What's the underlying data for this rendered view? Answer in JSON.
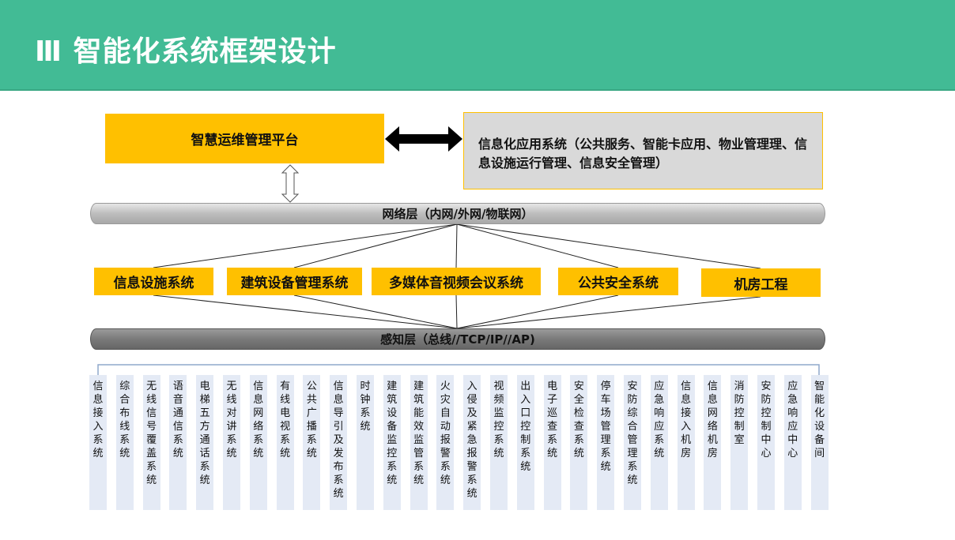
{
  "header": {
    "title": "Ⅲ  智能化系统框架设计"
  },
  "top": {
    "platform": "智慧运维管理平台",
    "apps": "信息化应用系统（公共服务、智能卡应用、物业管理理、信息设施运行管理、信息安全管理）"
  },
  "network_layer": "网络层（内网/外网/物联网）",
  "perception_layer": "感知层（总线//TCP/IP//AP)",
  "subsystems": [
    "信息设施系统",
    "建筑设备管理系统",
    "多媒体音视频会议系统",
    "公共安全系统",
    "机房工程"
  ],
  "items": [
    "信息接入系统",
    "综合布线系统",
    "无线信号覆盖系统",
    "语音通信系统",
    "电梯五方通话系统",
    "无线对讲系统",
    "信息网络系统",
    "有线电视系统",
    "公共广播系统",
    "信息导引及发布系统",
    "时钟系统",
    "建筑设备监控系统",
    "建筑能效监管系统",
    "火灾自动报警系统",
    "入侵及紧急报警系统",
    "视频监控系统",
    "出入口控制系统",
    "电子巡查系统",
    "安全检查系统",
    "停车场管理系统",
    "安防综合管理系统",
    "应急响应系统",
    "信息接入机房",
    "信息网络机房",
    "消防控制室",
    "安防控制中心",
    "应急响应中心",
    "智能化设备间"
  ]
}
